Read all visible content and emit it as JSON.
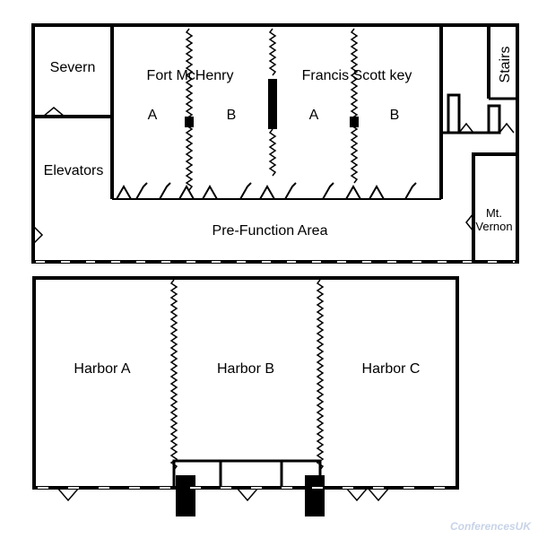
{
  "upper_floor": {
    "rooms": {
      "severn": "Severn",
      "fort_mchenry": "Fort McHenry",
      "francis_scott_key": "Francis Scott key",
      "elevators": "Elevators",
      "stairs": "Stairs",
      "mt_vernon_line1": "Mt.",
      "mt_vernon_line2": "Vernon",
      "pre_function": "Pre-Function Area"
    },
    "sections": [
      "A",
      "B",
      "A",
      "B"
    ]
  },
  "lower_floor": {
    "rooms": {
      "harbor_a": "Harbor A",
      "harbor_b": "Harbor B",
      "harbor_c": "Harbor C"
    }
  },
  "watermark": "ConferencesUK",
  "colors": {
    "wall": "#000000",
    "background": "#ffffff",
    "watermark": "#c7d3e8"
  }
}
